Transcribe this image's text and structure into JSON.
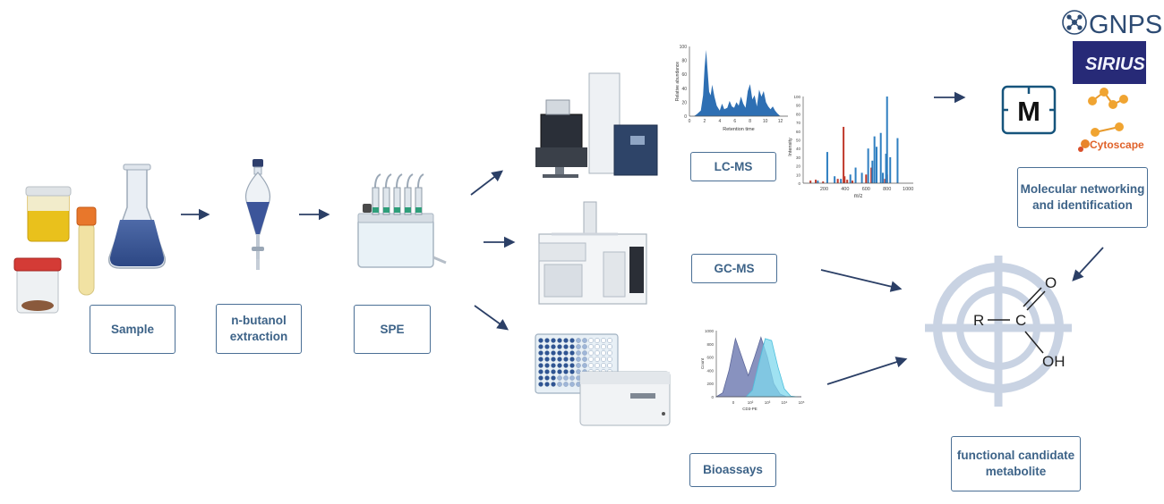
{
  "steps": {
    "sample": "Sample",
    "extraction_line1": "n-butanol",
    "extraction_line2": "extraction",
    "spe": "SPE",
    "lcms": "LC-MS",
    "gcms": "GC-MS",
    "bioassays": "Bioassays",
    "networking_line1": "Molecular networking",
    "networking_line2": "and identification",
    "candidate_line1": "functional candidate",
    "candidate_line2": "metabolite"
  },
  "tools": {
    "gnps": "GNPS",
    "sirius": "SIRIUS",
    "mzmine": "M",
    "cytoscape": "Cytoscape"
  },
  "molecule": {
    "r": "R",
    "c": "C",
    "o": "O",
    "oh": "OH"
  },
  "colors": {
    "box_border": "#4a6f95",
    "box_text": "#3d6388",
    "arrow": "#2b3f66",
    "target": "#c9d3e3"
  },
  "chart_data": [
    {
      "type": "line",
      "title": "",
      "xlabel": "Retention time",
      "ylabel": "Relative abundance",
      "xlim": [
        0,
        13
      ],
      "ylim": [
        0,
        100
      ],
      "xticks": [
        "0",
        "2",
        "4",
        "6",
        "8",
        "10",
        "12"
      ],
      "yticks": [
        "0",
        "20",
        "40",
        "60",
        "80",
        "100"
      ],
      "x": [
        0.6,
        1.0,
        1.5,
        1.8,
        2.0,
        2.2,
        2.4,
        2.6,
        2.8,
        3.0,
        3.3,
        3.6,
        4.0,
        4.3,
        4.6,
        5.0,
        5.3,
        5.6,
        5.9,
        6.2,
        6.5,
        6.8,
        7.1,
        7.4,
        7.7,
        8.0,
        8.3,
        8.6,
        8.9,
        9.2,
        9.5,
        9.8,
        10.1,
        10.4,
        10.7,
        11.0,
        11.3,
        11.6,
        12.0
      ],
      "y": [
        0,
        3,
        8,
        30,
        70,
        95,
        65,
        35,
        30,
        45,
        28,
        15,
        8,
        18,
        10,
        12,
        22,
        14,
        12,
        20,
        15,
        28,
        18,
        12,
        36,
        46,
        24,
        30,
        14,
        38,
        28,
        36,
        20,
        14,
        10,
        14,
        8,
        4,
        0
      ]
    },
    {
      "type": "bar",
      "title": "",
      "xlabel": "m/z",
      "ylabel": "Intensity",
      "xlim": [
        0,
        1050
      ],
      "ylim": [
        0,
        100
      ],
      "xticks": [
        "200",
        "400",
        "600",
        "800",
        "1000"
      ],
      "yticks": [
        "0",
        "10",
        "20",
        "30",
        "40",
        "50",
        "60",
        "70",
        "80",
        "90",
        "100"
      ],
      "series": [
        {
          "color": "#c0392b",
          "x": [
            70,
            120,
            190,
            330,
            385,
            395,
            420,
            470,
            600,
            650,
            700,
            780,
            800
          ],
          "values": [
            3,
            4,
            2,
            5,
            65,
            8,
            4,
            3,
            10,
            18,
            8,
            5,
            10
          ]
        },
        {
          "color": "#2f7fc1",
          "x": [
            140,
            230,
            300,
            360,
            450,
            500,
            560,
            620,
            660,
            680,
            700,
            740,
            760,
            790,
            800,
            830,
            900
          ],
          "values": [
            3,
            36,
            8,
            5,
            10,
            18,
            12,
            40,
            26,
            54,
            42,
            58,
            12,
            34,
            100,
            30,
            52
          ]
        }
      ]
    },
    {
      "type": "area",
      "title": "",
      "xlabel": "CD3-PE",
      "ylabel": "Count",
      "ylim": [
        0,
        1000
      ],
      "xticks": [
        "0",
        "10²",
        "10³",
        "10⁴",
        "10⁵"
      ],
      "yticks": [
        "0",
        "200",
        "400",
        "600",
        "800",
        "1000"
      ],
      "series": [
        {
          "color": "#7b86b8",
          "x": [
            0.0,
            0.3,
            0.6,
            0.9,
            1.2,
            1.5,
            1.8,
            2.1,
            2.4,
            2.7,
            3.0,
            3.3,
            3.6,
            4.0
          ],
          "values": [
            0,
            60,
            400,
            880,
            600,
            320,
            600,
            900,
            600,
            200,
            40,
            0,
            0,
            0
          ]
        },
        {
          "color": "#7fd8ee",
          "x": [
            1.4,
            1.7,
            2.0,
            2.3,
            2.6,
            2.9,
            3.2,
            3.5,
            3.8
          ],
          "values": [
            0,
            100,
            500,
            880,
            850,
            450,
            120,
            10,
            0
          ]
        }
      ]
    }
  ]
}
